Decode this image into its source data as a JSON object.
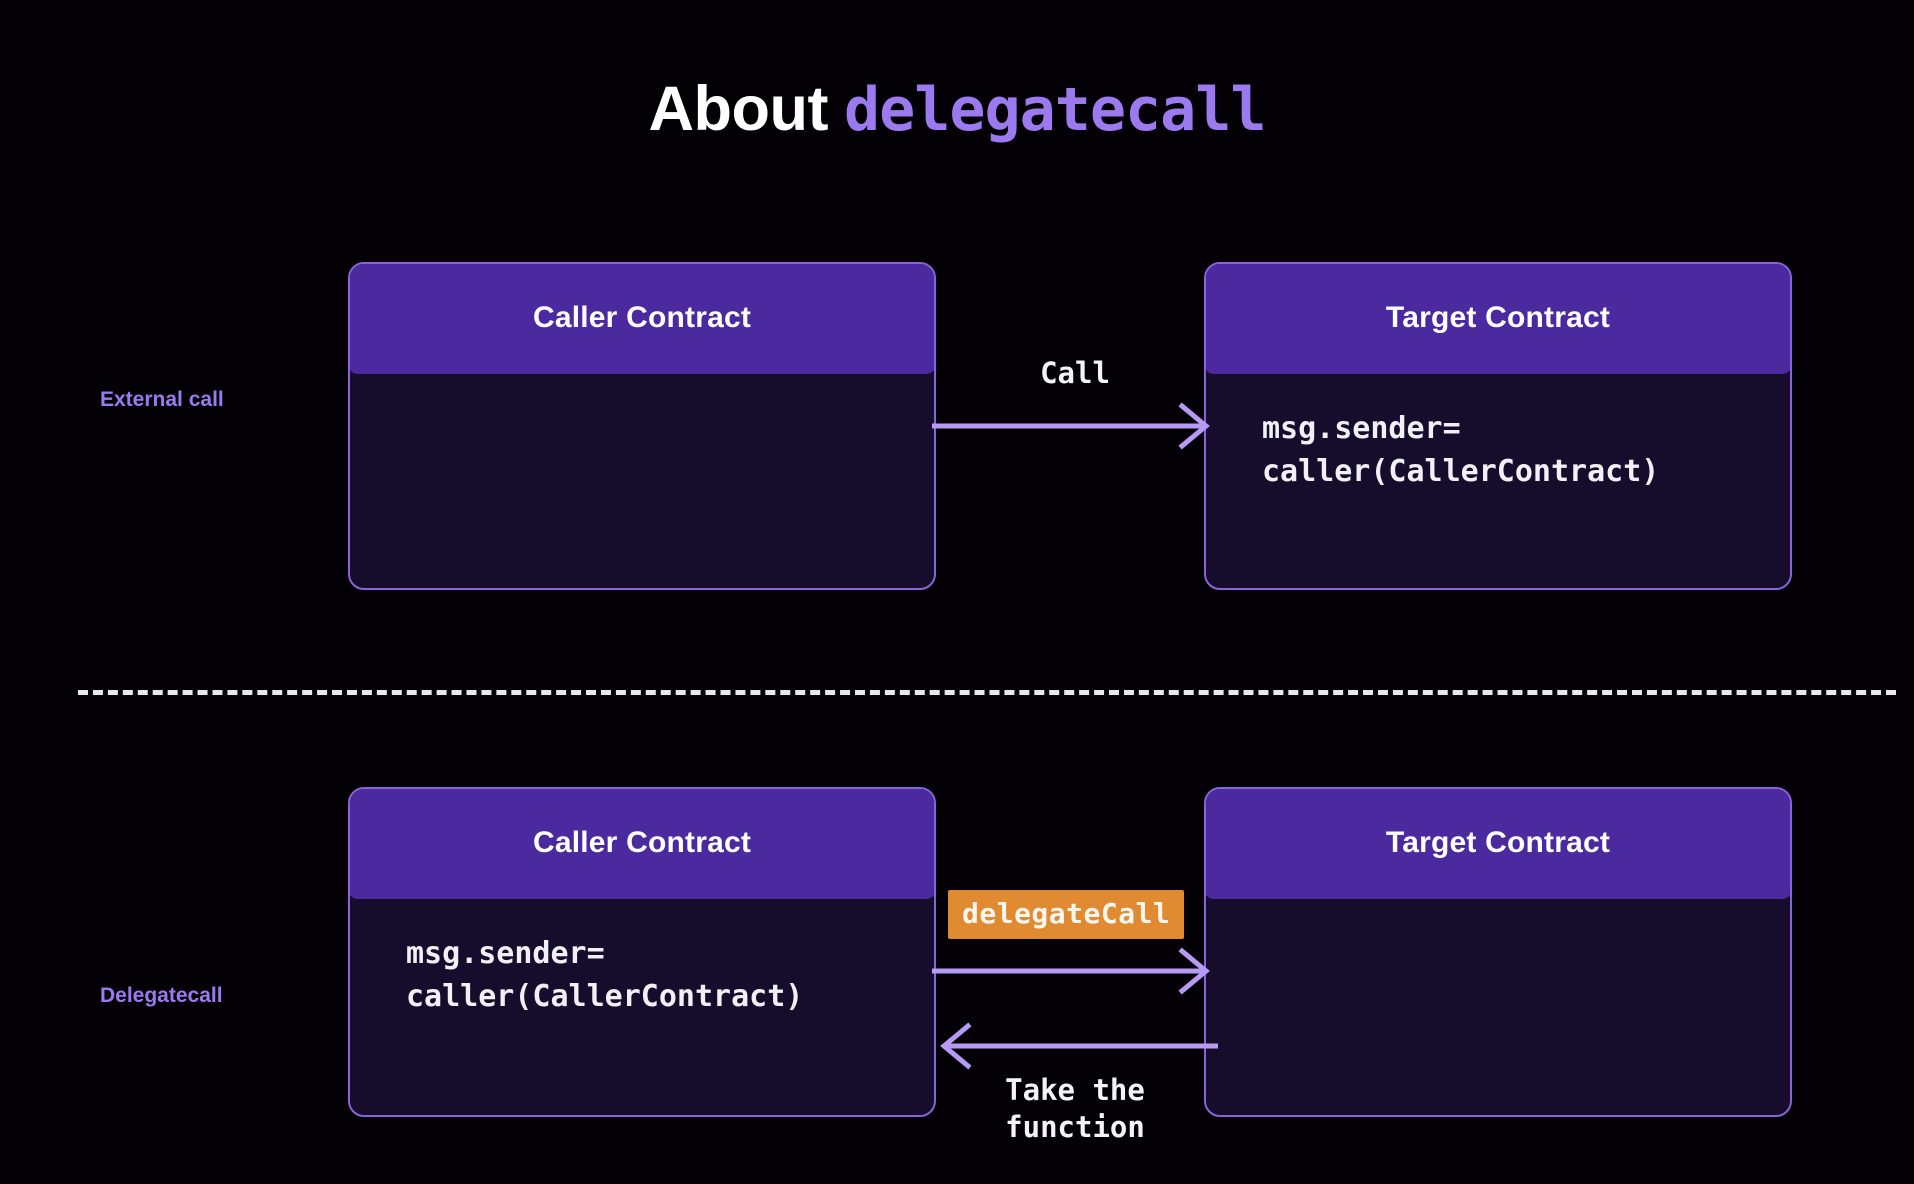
{
  "page": {
    "background_color": "#030105",
    "accent_purple": "#9b7af0",
    "box_header_color": "#4a2a9e",
    "box_body_color": "#160c2b",
    "box_border_color": "#8a63d8",
    "badge_color": "#e08a31",
    "divider_color": "#e8e6ee"
  },
  "title": {
    "plain": "About",
    "code": "delegatecall"
  },
  "rows": {
    "external": {
      "label": "External call",
      "caller": {
        "header": "Caller Contract",
        "code": ""
      },
      "target": {
        "header": "Target Contract",
        "code": "msg.sender=\ncaller(CallerContract)"
      },
      "arrow_label": "Call"
    },
    "delegate": {
      "label": "Delegatecall",
      "caller": {
        "header": "Caller Contract",
        "code": "msg.sender=\ncaller(CallerContract)"
      },
      "target": {
        "header": "Target Contract",
        "code": ""
      },
      "badge_label": "delegateCall",
      "return_label": "Take the\nfunction"
    }
  }
}
